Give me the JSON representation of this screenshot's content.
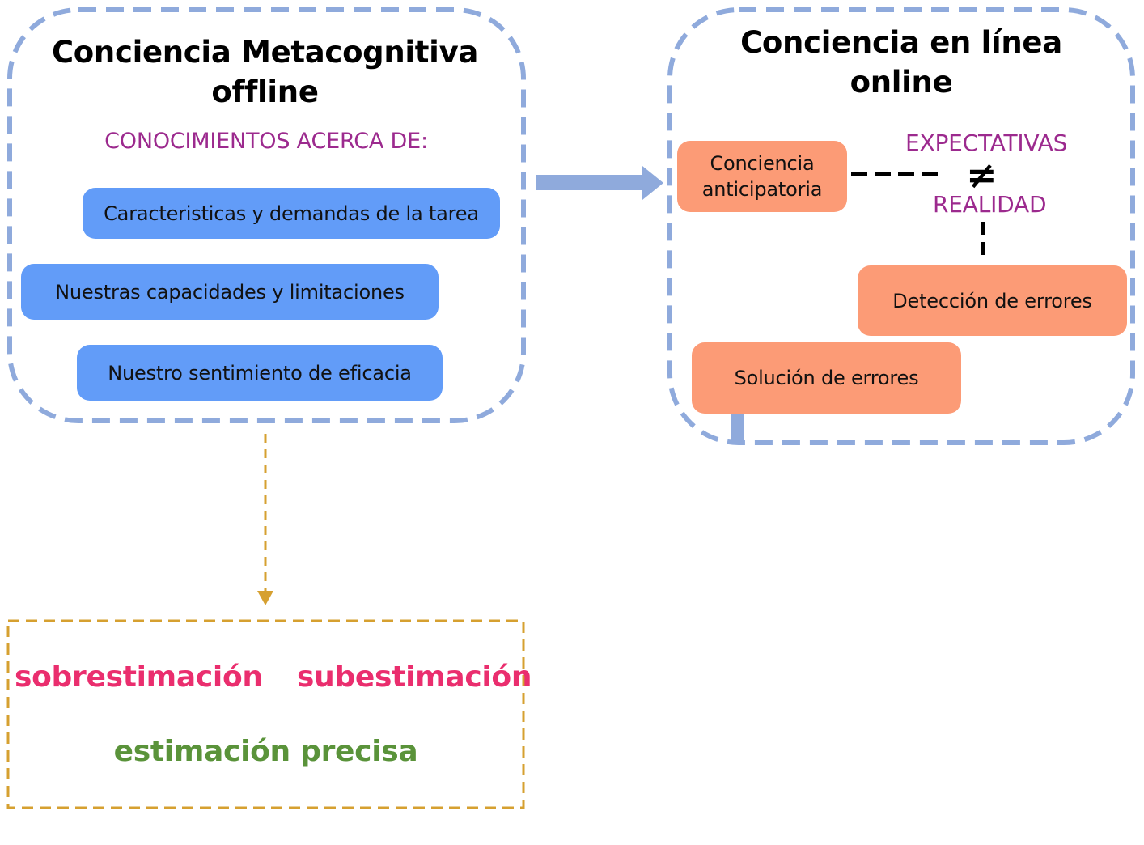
{
  "offline": {
    "title_line1": "Conciencia Metacognitiva",
    "title_line2": "offline",
    "heading": "CONOCIMIENTOS ACERCA DE:",
    "items": [
      "Caracteristicas y demandas de la tarea",
      "Nuestras capacidades y limitaciones",
      "Nuestro sentimiento de eficacia"
    ]
  },
  "online": {
    "title_line1": "Conciencia en línea",
    "title_line2": "online",
    "anticipatory_line1": "Conciencia",
    "anticipatory_line2": "anticipatoria",
    "expectations": "EXPECTATIVAS",
    "not_equal": "≠",
    "reality": "REALIDAD",
    "error_detection": "Detección de errores",
    "error_solution": "Solución de errores"
  },
  "estimation": {
    "over": "sobrestimación",
    "under": "subestimación",
    "precise": "estimación precisa"
  },
  "colors": {
    "dashed_border": "#8faadc",
    "blue_pill": "#629cf8",
    "orange_pill": "#fc9b76",
    "purple_text": "#9c2a8e",
    "gold_border": "#d6a030",
    "pink_text": "#ea2e6e",
    "green_text": "#5a933a"
  }
}
